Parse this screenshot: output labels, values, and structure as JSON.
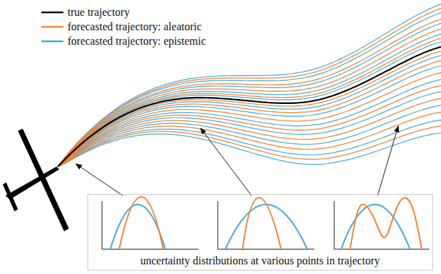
{
  "diagram": {
    "nodes": [
      {
        "text": [
          "uncertainty distributions at various points in trajectory"
        ]
      }
    ],
    "legend": [
      {
        "text": "true trajectory"
      },
      {
        "text": "forecasted trajectory: aleatoric"
      },
      {
        "text": "forecasted trajectory: epistemic"
      }
    ]
  }
}
